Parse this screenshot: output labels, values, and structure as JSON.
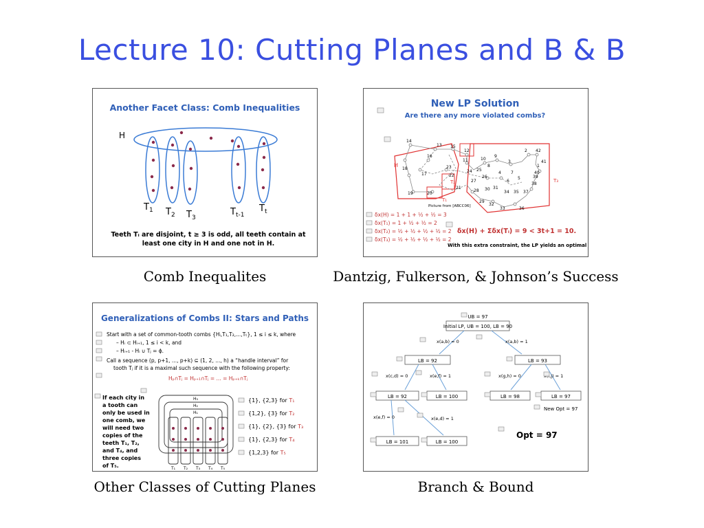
{
  "title": "Lecture 10: Cutting Planes and B & B",
  "panels": {
    "comb": {
      "caption": "Comb Inequalites",
      "heading": "Another Facet Class: Comb Inequalities",
      "handle_label": "H",
      "tooth_labels": [
        "T",
        "T",
        "T",
        "T",
        "T"
      ],
      "tooth_subs": [
        "1",
        "2",
        "3",
        "t-1",
        "t"
      ],
      "desc_line1": "Teeth Tᵢ are disjoint, t ≥ 3 is odd, all teeth contain at",
      "desc_line2": "least one city in H and one not in H."
    },
    "dfj": {
      "caption": "Dantzig, Fulkerson, & Johnson’s Success",
      "heading": "New LP Solution",
      "subheading": "Are there any more violated combs?",
      "labels": {
        "h": "H",
        "t1": "T₁",
        "t2": "T₂",
        "t3": "T₃",
        "picture": "Picture from [ABCC06]"
      },
      "nodes": [
        "14",
        "13",
        "15",
        "12",
        "16",
        "11",
        "18",
        "17",
        "23",
        "22",
        "19",
        "20",
        "21",
        "24",
        "25",
        "26",
        "27",
        "28",
        "29",
        "30",
        "31",
        "32",
        "33",
        "34",
        "35",
        "36",
        "37",
        "38",
        "39",
        "40",
        "41",
        "42",
        "10",
        "9",
        "8",
        "7",
        "6",
        "5",
        "4",
        "3",
        "2",
        "1"
      ],
      "equations": [
        "δx(H) = 1 + 1 + ½ + ½ = 3",
        "δx(T₁) = 1 + ½ + ½ = 2",
        "δx(T₂) = ½ + ½ + ½ + ½ = 2",
        "δx(T₃) = ½ + ½ + ½ + ½ = 2"
      ],
      "sum_eq": "δx(H) + Σδx(Tᵢ) = 9  <  3t+1 = 10.",
      "note": "With this extra constraint, the LP yields an optimal tour."
    },
    "other": {
      "caption": "Other Classes of Cutting Planes",
      "heading": "Generalizations of Combs II: Stars and Paths",
      "bullets": [
        "Start with a set of common-tooth combs {Hᵢ,T₁,T₂,...,Tₜ}, 1 ≤ i ≤ k, where",
        "–  Hᵢ ⊂ Hᵢ₊₁, 1 ≤ i < k, and",
        "–  Hᵢ₊₁ - Hᵢ ∪ Tⱼ = ϕ.",
        "Call a sequence (p, p+1, ..., p+k) ⊆ (1, 2, ..., h) a “handle interval” for",
        "tooth Tⱼ if it is a maximal such sequence with the following property:",
        "Hₚ∩Tⱼ = Hₚ₊₁∩Tⱼ = ... = Hₚ₊ₖ∩Tⱼ"
      ],
      "side_text": [
        "If each city in",
        "a tooth can",
        "only be used in",
        "one comb, we",
        "will need two",
        "copies of the",
        "teeth T₁, T₂,",
        "and T₄, and",
        "three copies",
        "of T₅."
      ],
      "handles": [
        "H₃",
        "H₂",
        "H₁"
      ],
      "teeth": [
        "T₁",
        "T₂",
        "T₃",
        "T₄",
        "T₅"
      ],
      "intervals": [
        {
          "set": "{1}, {2,3} for ",
          "tooth": "T₁"
        },
        {
          "set": "{1,2}, {3} for ",
          "tooth": "T₂"
        },
        {
          "set": "{1}, {2}, {3} for ",
          "tooth": "T₃"
        },
        {
          "set": "{1}, {2,3} for ",
          "tooth": "T₄"
        },
        {
          "set": "{1,2,3} for ",
          "tooth": "T₅"
        }
      ]
    },
    "bb": {
      "caption": "Branch & Bound",
      "ub": "UB = 97",
      "root": "Initial LP, UB = 100, LB = 90",
      "lb92": "LB = 92",
      "lb93": "LB = 93",
      "lb92b": "LB = 92",
      "lb100a": "LB = 100",
      "lb98": "LB = 98",
      "lb97": "LB = 97",
      "lb101": "LB = 101",
      "lb100b": "LB = 100",
      "new_opt": "New Opt = 97",
      "opt": "Opt = 97",
      "branches": {
        "x0a": "x(a,b) = 0",
        "x1a": "x(a,b) = 1",
        "x0b": "x(c,d) = 0",
        "x1b": "x(e,f) = 1",
        "x0c": "x(g,h) = 0",
        "x1c": "x(i,j) = 1",
        "x0d": "x(e,f) = 0",
        "x1d": "x(e,d) = 1"
      }
    }
  }
}
